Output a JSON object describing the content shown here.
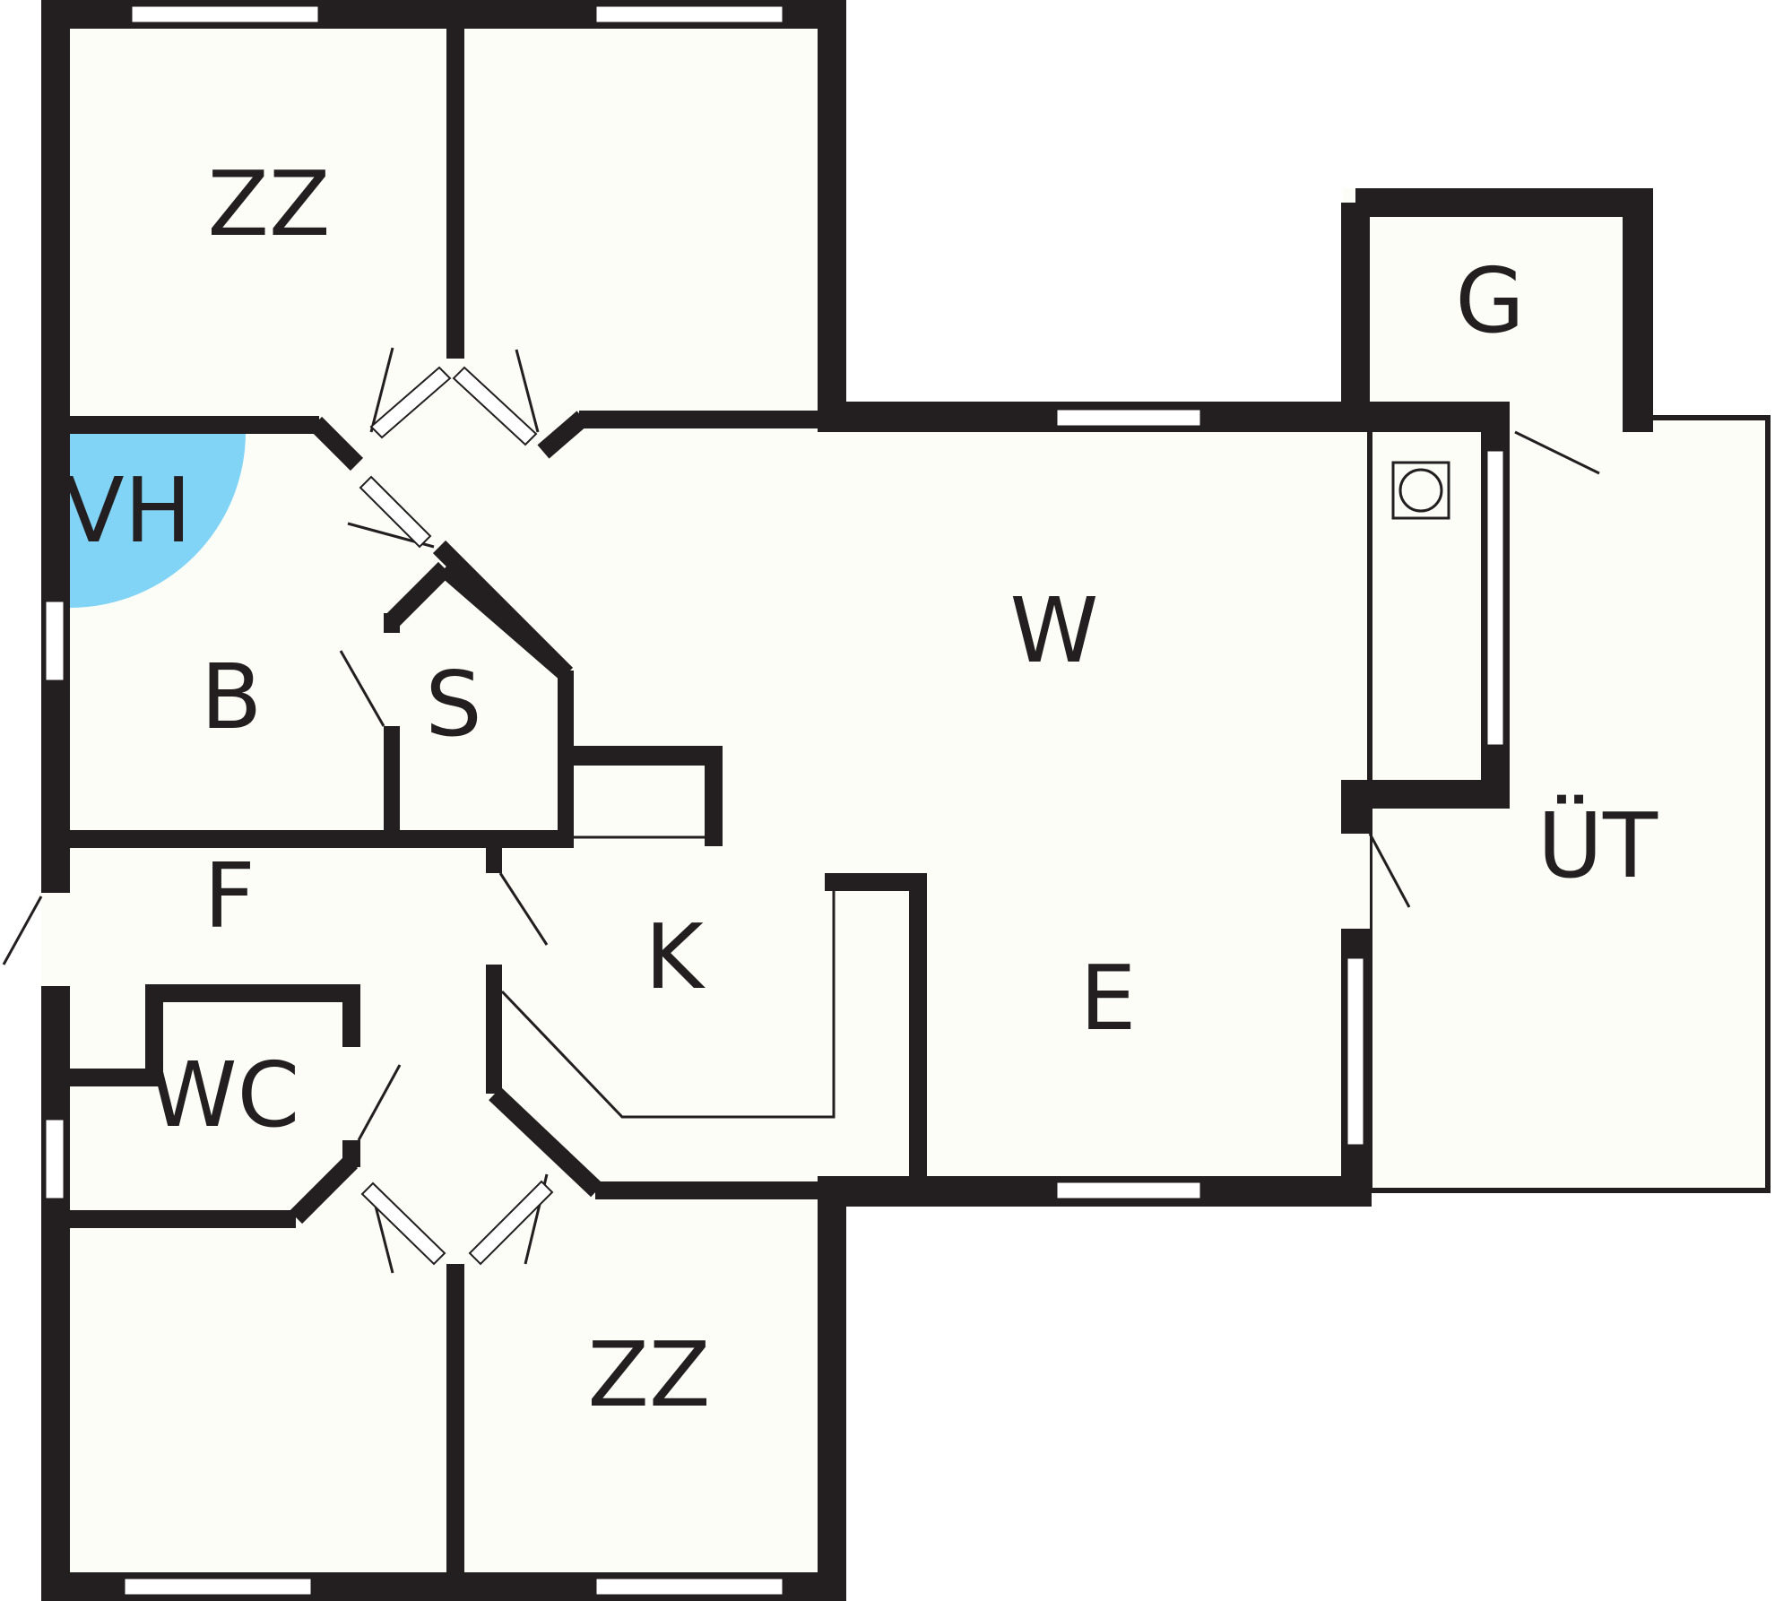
{
  "plan": {
    "colors": {
      "wall": "#231f20",
      "floor": "#fcfdf7",
      "window": "#ffffff",
      "heater_zone": "#82d4f7"
    },
    "icons": [
      "door-swing-icon",
      "window-icon",
      "stove-icon",
      "heater-zone-icon"
    ],
    "rooms": {
      "zz_top": "ZZ",
      "g": "G",
      "vh": "VH",
      "b": "B",
      "s": "S",
      "w": "W",
      "f": "F",
      "k": "K",
      "ut": "ÜT",
      "wc": "WC",
      "e": "E",
      "zz_bottom": "ZZ"
    }
  }
}
